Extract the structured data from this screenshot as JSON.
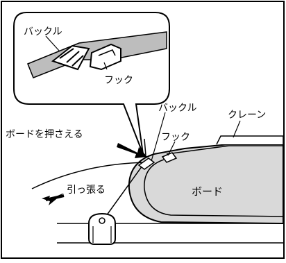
{
  "labels": {
    "inset_buckle": "バックル",
    "inset_hook": "フック",
    "buckle": "バックル",
    "crane": "クレーン",
    "press_board": "ボードを押さえる",
    "hook": "フック",
    "pull": "引っ張る",
    "board": "ボード"
  },
  "colors": {
    "board_fill": "#d9d9d9",
    "strap_fill": "#bdbdbd",
    "line": "#000000"
  }
}
